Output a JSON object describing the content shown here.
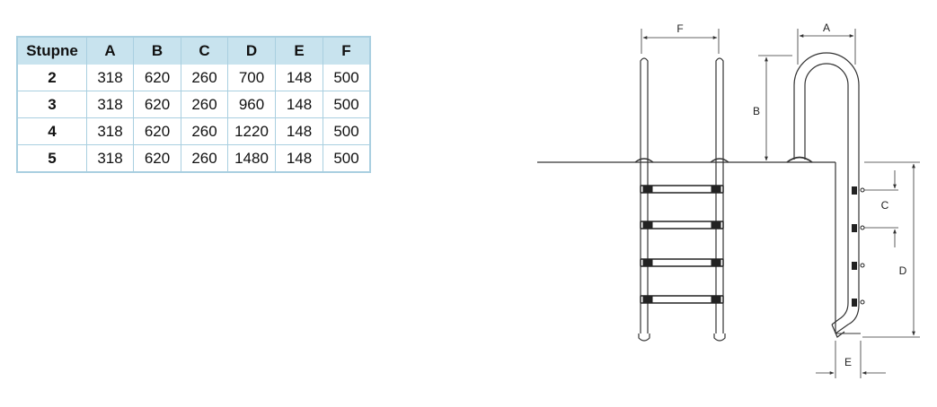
{
  "table": {
    "headers": [
      "Stupne",
      "A",
      "B",
      "C",
      "D",
      "E",
      "F"
    ],
    "rows": [
      [
        "2",
        "318",
        "620",
        "260",
        "700",
        "148",
        "500"
      ],
      [
        "3",
        "318",
        "620",
        "260",
        "960",
        "148",
        "500"
      ],
      [
        "4",
        "318",
        "620",
        "260",
        "1220",
        "148",
        "500"
      ],
      [
        "5",
        "318",
        "620",
        "260",
        "1480",
        "148",
        "500"
      ]
    ]
  },
  "diagram": {
    "labels": {
      "F": "F",
      "A": "A",
      "B": "B",
      "C": "C",
      "D": "D",
      "E": "E"
    },
    "colors": {
      "line": "#333333",
      "step_fill": "#222222",
      "table_header_bg": "#c8e3ee",
      "table_border": "#a9cfe0"
    }
  }
}
